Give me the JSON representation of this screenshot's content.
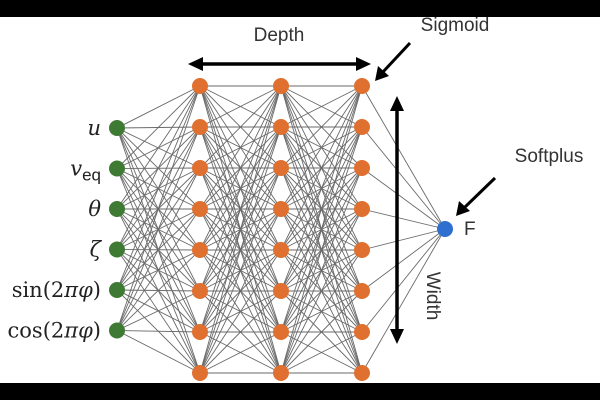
{
  "diagram": {
    "inputs": [
      {
        "text": "u",
        "italic": true
      },
      {
        "text": "v",
        "italic": true,
        "sub": "eq"
      },
      {
        "text": "θ",
        "italic": true
      },
      {
        "text": "ζ",
        "italic": true
      },
      {
        "text": "sin(2πφ)",
        "italic": false
      },
      {
        "text": "cos(2πφ)",
        "italic": false
      }
    ],
    "hidden_layers": 3,
    "neurons_per_layer": 8,
    "output_label": "F",
    "depth_label": "Depth",
    "width_label": "Width",
    "sigmoid_label": "Sigmoid",
    "softplus_label": "Softplus",
    "colors": {
      "input_node": "#3f7a35",
      "hidden_node": "#e07030",
      "output_node": "#2f6fd0",
      "edge": "#6a6a6a",
      "arrow": "#000000",
      "text": "#333333"
    }
  }
}
